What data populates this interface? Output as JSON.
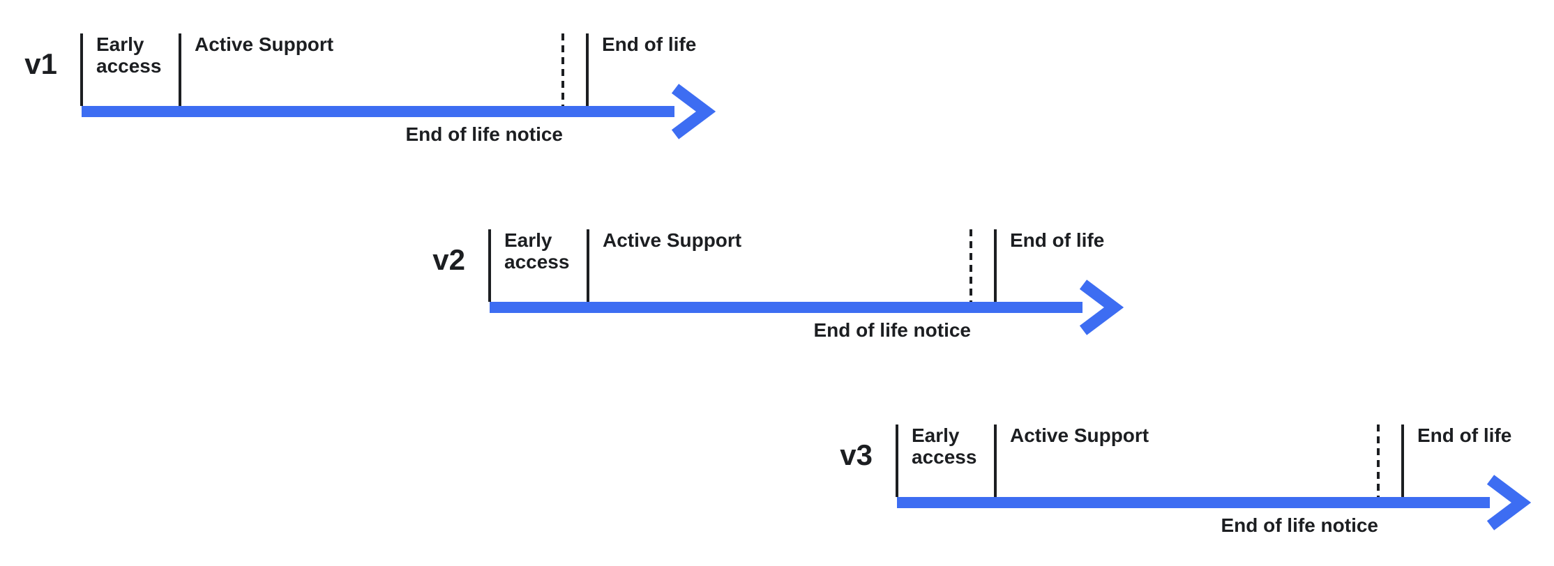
{
  "diagram": {
    "type": "version-lifecycle-timeline",
    "accent_color": "#3D6DF2",
    "ink_color": "#1C1E21",
    "rows": [
      {
        "version": "v1",
        "early_access": "Early\naccess",
        "active_support": "Active Support",
        "end_of_life": "End of life",
        "eol_notice": "End of life notice"
      },
      {
        "version": "v2",
        "early_access": "Early\naccess",
        "active_support": "Active Support",
        "end_of_life": "End of life",
        "eol_notice": "End of life notice"
      },
      {
        "version": "v3",
        "early_access": "Early\naccess",
        "active_support": "Active Support",
        "end_of_life": "End of life",
        "eol_notice": "End of life notice"
      }
    ]
  }
}
